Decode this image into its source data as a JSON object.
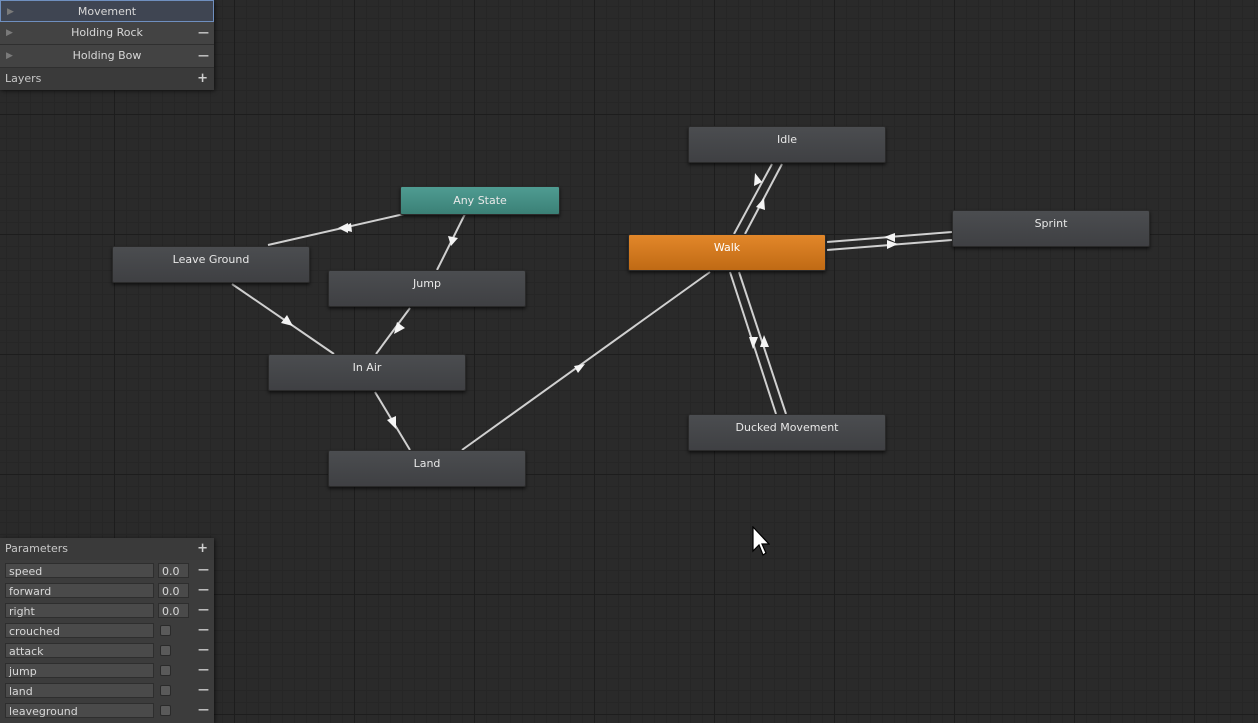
{
  "layers": {
    "items": [
      {
        "name": "Movement",
        "selected": true
      },
      {
        "name": "Holding Rock"
      },
      {
        "name": "Holding Bow"
      }
    ],
    "header": "Layers",
    "add_symbol": "+"
  },
  "states": {
    "any_state": "Any State",
    "leave_ground": "Leave Ground",
    "jump": "Jump",
    "in_air": "In Air",
    "land": "Land",
    "idle": "Idle",
    "walk": "Walk",
    "sprint": "Sprint",
    "ducked_movement": "Ducked Movement"
  },
  "parameters": {
    "header": "Parameters",
    "add_symbol": "+",
    "items": [
      {
        "name": "speed",
        "type": "float",
        "value": "0.0"
      },
      {
        "name": "forward",
        "type": "float",
        "value": "0.0"
      },
      {
        "name": "right",
        "type": "float",
        "value": "0.0"
      },
      {
        "name": "crouched",
        "type": "bool",
        "value": false
      },
      {
        "name": "attack",
        "type": "bool",
        "value": false
      },
      {
        "name": "jump",
        "type": "bool",
        "value": false
      },
      {
        "name": "land",
        "type": "bool",
        "value": false
      },
      {
        "name": "leaveground",
        "type": "bool",
        "value": false
      }
    ]
  },
  "colors": {
    "any_state": "#4a948a",
    "default_state": "#d97a1e",
    "state": "#46484b",
    "transition": "#d0d0d0"
  },
  "icons": {
    "collapse": "triangle-right-icon",
    "remove": "minus-icon",
    "add": "plus-icon",
    "cursor": "mouse-pointer-icon"
  }
}
